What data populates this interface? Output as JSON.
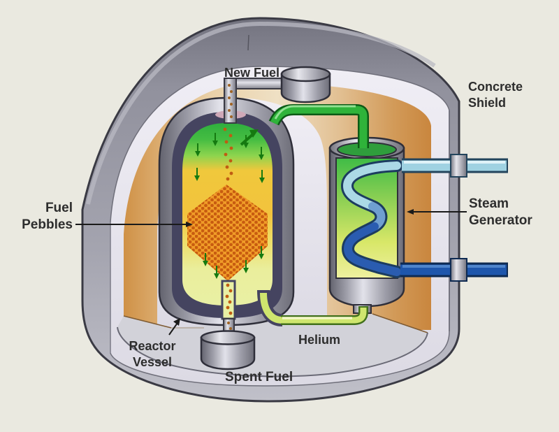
{
  "diagram": "pebble-bed-reactor-cutaway",
  "labels": {
    "new_fuel": "New Fuel",
    "concrete_shield_line1": "Concrete",
    "concrete_shield_line2": "Shield",
    "fuel_pebbles_line1": "Fuel",
    "fuel_pebbles_line2": "Pebbles",
    "steam_generator_line1": "Steam",
    "steam_generator_line2": "Generator",
    "helium": "Helium",
    "reactor_vessel_line1": "Reactor",
    "reactor_vessel_line2": "Vessel",
    "spent_fuel": "Spent Fuel"
  },
  "colors": {
    "background": "#eae9e0",
    "shield_gray": "#9b9ba6",
    "cut_face": "#e8e7f0",
    "interior_wall_tan": "#d9a465",
    "floor_gray": "#d2d2d9",
    "vessel_wall_navy": "#454460",
    "vessel_silver": "#d8d8e0",
    "core_green": "#3cba44",
    "core_yellow": "#f2c33d",
    "pebble_orange": "#f09c28",
    "pebble_dot": "#c85c10",
    "helium_pipe_green": "#2fb33a",
    "helium_return_yellow": "#cfe66e",
    "steam_pipe_blue": "#9fd2e2",
    "water_pipe_blue": "#1e56ac",
    "label_text": "#2d2d2d"
  }
}
